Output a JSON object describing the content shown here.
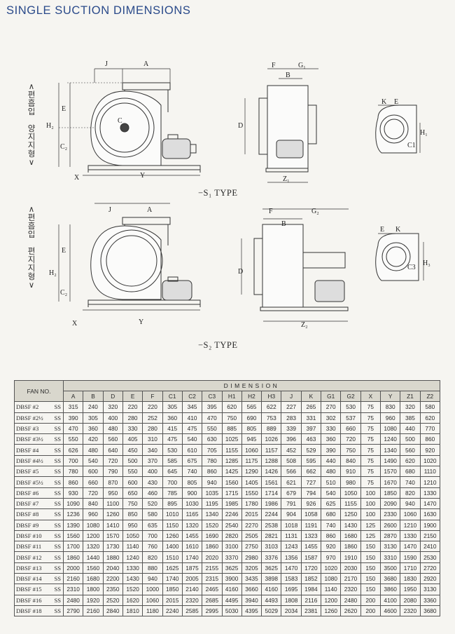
{
  "title": "SINGLE SUCTION DIMENSIONS",
  "s1": {
    "side_label": [
      "∧",
      "편",
      "흡",
      "입",
      " ",
      "양",
      "지",
      "지",
      "형",
      "∨"
    ],
    "type_label": "−S₁ TYPE"
  },
  "s2": {
    "side_label": [
      "∧",
      "편",
      "흡",
      "입",
      " ",
      "편",
      "지",
      "지",
      "형",
      "∨"
    ],
    "type_label": "−S₂ TYPE"
  },
  "dim_labels": {
    "J": "J",
    "A": "A",
    "E": "E",
    "H2": "H₂",
    "C2": "C₂",
    "X": "X",
    "Y": "Y",
    "C": "C",
    "F": "F",
    "B": "B",
    "G1": "G₁",
    "G2": "G₂",
    "D": "D",
    "Z1": "Z₁",
    "Z2": "Z₂",
    "K": "K",
    "H1": "H₁",
    "H3": "H₃",
    "C1": "C1",
    "C3": "C3"
  },
  "table": {
    "fan_header": "FAN NO.",
    "dimension_caption": "DIMENSION",
    "columns": [
      "A",
      "B",
      "D",
      "E",
      "F",
      "C1",
      "C2",
      "C3",
      "H1",
      "H2",
      "H3",
      "J",
      "K",
      "G1",
      "G2",
      "X",
      "Y",
      "Z1",
      "Z2"
    ],
    "rows": [
      {
        "name": "DBSF #2",
        "ss": "SS",
        "values": [
          "315",
          "240",
          "320",
          "220",
          "220",
          "305",
          "345",
          "395",
          "620",
          "565",
          "622",
          "227",
          "265",
          "270",
          "530",
          "75",
          "830",
          "320",
          "580"
        ]
      },
      {
        "name": "DBSF #2½",
        "ss": "SS",
        "values": [
          "390",
          "305",
          "400",
          "280",
          "252",
          "360",
          "410",
          "470",
          "750",
          "690",
          "753",
          "283",
          "331",
          "302",
          "537",
          "75",
          "960",
          "385",
          "620"
        ]
      },
      {
        "name": "DBSF #3",
        "ss": "SS",
        "values": [
          "470",
          "360",
          "480",
          "330",
          "280",
          "415",
          "475",
          "550",
          "885",
          "805",
          "889",
          "339",
          "397",
          "330",
          "660",
          "75",
          "1080",
          "440",
          "770"
        ]
      },
      {
        "name": "DBSF #3½",
        "ss": "SS",
        "values": [
          "550",
          "420",
          "560",
          "405",
          "310",
          "475",
          "540",
          "630",
          "1025",
          "945",
          "1026",
          "396",
          "463",
          "360",
          "720",
          "75",
          "1240",
          "500",
          "860"
        ]
      },
      {
        "name": "DBSF #4",
        "ss": "SS",
        "values": [
          "626",
          "480",
          "640",
          "450",
          "340",
          "530",
          "610",
          "705",
          "1155",
          "1060",
          "1157",
          "452",
          "529",
          "390",
          "750",
          "75",
          "1340",
          "560",
          "920"
        ]
      },
      {
        "name": "DBSF #4½",
        "ss": "SS",
        "values": [
          "700",
          "540",
          "720",
          "500",
          "370",
          "585",
          "675",
          "780",
          "1285",
          "1175",
          "1288",
          "508",
          "595",
          "440",
          "840",
          "75",
          "1490",
          "620",
          "1020"
        ]
      },
      {
        "name": "DBSF #5",
        "ss": "SS",
        "values": [
          "780",
          "600",
          "790",
          "550",
          "400",
          "645",
          "740",
          "860",
          "1425",
          "1290",
          "1426",
          "566",
          "662",
          "480",
          "910",
          "75",
          "1570",
          "680",
          "1110"
        ]
      },
      {
        "name": "DBSF #5½",
        "ss": "SS",
        "values": [
          "860",
          "660",
          "870",
          "600",
          "430",
          "700",
          "805",
          "940",
          "1560",
          "1405",
          "1561",
          "621",
          "727",
          "510",
          "980",
          "75",
          "1670",
          "740",
          "1210"
        ]
      },
      {
        "name": "DBSF #6",
        "ss": "SS",
        "values": [
          "930",
          "720",
          "950",
          "650",
          "460",
          "785",
          "900",
          "1035",
          "1715",
          "1550",
          "1714",
          "679",
          "794",
          "540",
          "1050",
          "100",
          "1850",
          "820",
          "1330"
        ]
      },
      {
        "name": "DBSF #7",
        "ss": "SS",
        "values": [
          "1090",
          "840",
          "1100",
          "750",
          "520",
          "895",
          "1030",
          "1195",
          "1985",
          "1780",
          "1986",
          "791",
          "926",
          "625",
          "1155",
          "100",
          "2090",
          "940",
          "1470"
        ]
      },
      {
        "name": "DBSF #8",
        "ss": "SS",
        "values": [
          "1236",
          "960",
          "1260",
          "850",
          "580",
          "1010",
          "1165",
          "1340",
          "2246",
          "2015",
          "2244",
          "904",
          "1058",
          "680",
          "1250",
          "100",
          "2330",
          "1060",
          "1630"
        ]
      },
      {
        "name": "DBSF #9",
        "ss": "SS",
        "values": [
          "1390",
          "1080",
          "1410",
          "950",
          "635",
          "1150",
          "1320",
          "1520",
          "2540",
          "2270",
          "2538",
          "1018",
          "1191",
          "740",
          "1430",
          "125",
          "2600",
          "1210",
          "1900"
        ]
      },
      {
        "name": "DBSF #10",
        "ss": "SS",
        "values": [
          "1560",
          "1200",
          "1570",
          "1050",
          "700",
          "1260",
          "1455",
          "1690",
          "2820",
          "2505",
          "2821",
          "1131",
          "1323",
          "860",
          "1680",
          "125",
          "2870",
          "1330",
          "2150"
        ]
      },
      {
        "name": "DBSF #11",
        "ss": "SS",
        "values": [
          "1700",
          "1320",
          "1730",
          "1140",
          "760",
          "1400",
          "1610",
          "1860",
          "3100",
          "2750",
          "3103",
          "1243",
          "1455",
          "920",
          "1860",
          "150",
          "3130",
          "1470",
          "2410"
        ]
      },
      {
        "name": "DBSF #12",
        "ss": "SS",
        "values": [
          "1860",
          "1440",
          "1880",
          "1240",
          "820",
          "1510",
          "1740",
          "2020",
          "3370",
          "2980",
          "3376",
          "1356",
          "1587",
          "970",
          "1910",
          "150",
          "3310",
          "1590",
          "2530"
        ]
      },
      {
        "name": "DBSF #13",
        "ss": "SS",
        "values": [
          "2000",
          "1560",
          "2040",
          "1330",
          "880",
          "1625",
          "1875",
          "2155",
          "3625",
          "3205",
          "3625",
          "1470",
          "1720",
          "1020",
          "2030",
          "150",
          "3500",
          "1710",
          "2720"
        ]
      },
      {
        "name": "DBSF #14",
        "ss": "SS",
        "values": [
          "2160",
          "1680",
          "2200",
          "1430",
          "940",
          "1740",
          "2005",
          "2315",
          "3900",
          "3435",
          "3898",
          "1583",
          "1852",
          "1080",
          "2170",
          "150",
          "3680",
          "1830",
          "2920"
        ]
      },
      {
        "name": "DBSF #15",
        "ss": "SS",
        "values": [
          "2310",
          "1800",
          "2350",
          "1520",
          "1000",
          "1850",
          "2140",
          "2465",
          "4160",
          "3660",
          "4160",
          "1695",
          "1984",
          "1140",
          "2320",
          "150",
          "3860",
          "1950",
          "3130"
        ]
      },
      {
        "name": "DBSF #16",
        "ss": "SS",
        "values": [
          "2480",
          "1920",
          "2520",
          "1620",
          "1060",
          "2015",
          "2320",
          "2685",
          "4495",
          "3940",
          "4493",
          "1808",
          "2116",
          "1200",
          "2480",
          "200",
          "4100",
          "2080",
          "3360"
        ]
      },
      {
        "name": "DBSF #18",
        "ss": "SS",
        "values": [
          "2790",
          "2160",
          "2840",
          "1810",
          "1180",
          "2240",
          "2585",
          "2995",
          "5030",
          "4395",
          "5029",
          "2034",
          "2381",
          "1260",
          "2620",
          "200",
          "4600",
          "2320",
          "3680"
        ]
      }
    ]
  }
}
